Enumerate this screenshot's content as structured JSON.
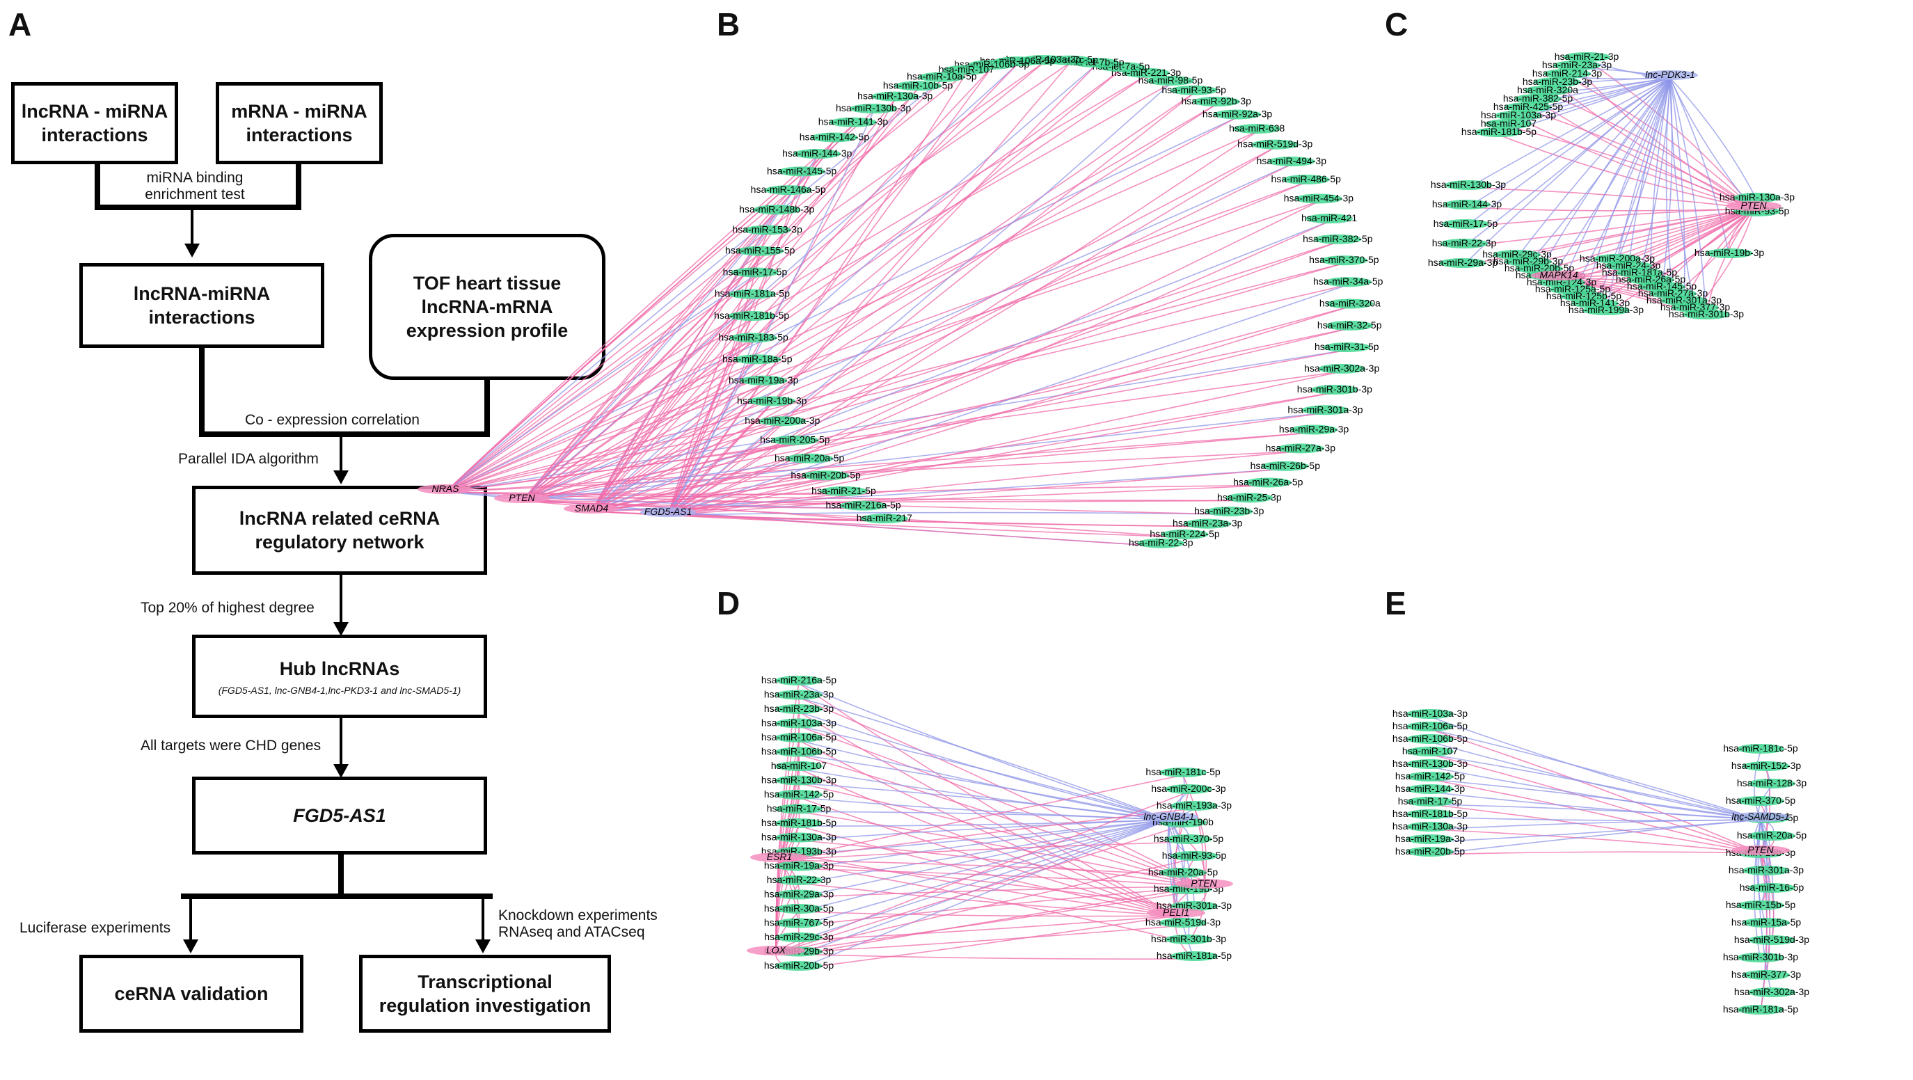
{
  "panel_labels": {
    "a": "A",
    "b": "B",
    "c": "C",
    "d": "D",
    "e": "E"
  },
  "flowchart": {
    "box_lnc_mirna_top": "lncRNA - miRNA interactions",
    "box_mrna_mirna": "mRNA - miRNA interactions",
    "label_binding_test": "miRNA binding enrichment test",
    "box_lnc_mirna": "lncRNA-miRNA interactions",
    "box_tof": "TOF heart tissue lncRNA-mRNA expression profile",
    "label_coexpr": "Co - expression  correlation",
    "label_ida": "Parallel IDA algorithm",
    "box_cerna": "lncRNA related ceRNA regulatory network",
    "label_top20": "Top 20% of highest degree",
    "box_hub_title": "Hub lncRNAs",
    "box_hub_sub": "(FGD5-AS1, lnc-GNB4-1,lnc-PKD3-1 and lnc-SMAD5-1)",
    "label_chd": "All targets were CHD genes",
    "box_fgd5": "FGD5-AS1",
    "label_luciferase": "Luciferase experiments",
    "label_knockdown": "Knockdown experiments RNAseq and ATACseq",
    "box_cerna_validation": "ceRNA validation",
    "box_transcriptional": "Transcriptional regulation investigation"
  },
  "colors": {
    "pink_edge": "#f06aa8",
    "blue_edge": "#8f96e8",
    "mirna_bg": "#3fd890",
    "hub_bg": "#a8b3ee",
    "gene_bg": "#f58ec0"
  },
  "networks": {
    "B": {
      "hubs": [
        "NRAS",
        "PTEN",
        "SMAD4",
        "FGD5-AS1"
      ],
      "mirnas": [
        "hsa-miR-22-3p",
        "hsa-miR-224-5p",
        "hsa-miR-23a-3p",
        "hsa-miR-23b-3p",
        "hsa-miR-25-3p",
        "hsa-miR-26a-5p",
        "hsa-miR-26b-5p",
        "hsa-miR-27a-3p",
        "hsa-miR-29a-3p",
        "hsa-miR-301a-3p",
        "hsa-miR-301b-3p",
        "hsa-miR-302a-3p",
        "hsa-miR-31-5p",
        "hsa-miR-32-5p",
        "hsa-miR-320a",
        "hsa-miR-34a-5p",
        "hsa-miR-370-5p",
        "hsa-miR-382-5p",
        "hsa-miR-421",
        "hsa-miR-454-3p",
        "hsa-miR-486-5p",
        "hsa-miR-494-3p",
        "hsa-miR-519d-3p",
        "hsa-miR-638",
        "hsa-miR-92a-3p",
        "hsa-miR-92b-3p",
        "hsa-miR-93-5p",
        "hsa-miR-98-5p",
        "hsa-miR-221-3p",
        "hsa-let-7a-5p",
        "hsa-let-7b-5p",
        "hsa-let-7c-5p",
        "hsa-miR-103a-3p",
        "hsa-miR-106a-5p",
        "hsa-miR-106b-5p",
        "hsa-miR-107",
        "hsa-miR-10a-5p",
        "hsa-miR-10b-5p",
        "hsa-miR-130a-3p",
        "hsa-miR-130b-3p",
        "hsa-miR-141-3p",
        "hsa-miR-142-5p",
        "hsa-miR-144-3p",
        "hsa-miR-145-5p",
        "hsa-miR-146a-5p",
        "hsa-miR-148b-3p",
        "hsa-miR-153-3p",
        "hsa-miR-155-5p",
        "hsa-miR-17-5p",
        "hsa-miR-181a-5p",
        "hsa-miR-181b-5p",
        "hsa-miR-183-5p",
        "hsa-miR-18a-5p",
        "hsa-miR-19a-3p",
        "hsa-miR-19b-3p",
        "hsa-miR-200a-3p",
        "hsa-miR-205-5p",
        "hsa-miR-20a-5p",
        "hsa-miR-20b-5p",
        "hsa-miR-21-5p",
        "hsa-miR-216a-5p",
        "hsa-miR-217"
      ]
    },
    "C": {
      "hubs": [
        "lnc-PDK3-1",
        "PTEN",
        "MAPK14"
      ],
      "mirnas": [
        "hsa-miR-21-3p",
        "hsa-miR-23a-3p",
        "hsa-miR-214-3p",
        "hsa-miR-23b-3p",
        "hsa-miR-320a",
        "hsa-miR-382-5p",
        "hsa-miR-425-5p",
        "hsa-miR-103a-3p",
        "hsa-miR-107",
        "hsa-miR-181b-5p",
        "hsa-miR-130b-3p",
        "hsa-miR-144-3p",
        "hsa-miR-17-5p",
        "hsa-miR-22-3p",
        "hsa-miR-29a-3p",
        "hsa-miR-130a-3p",
        "hsa-miR-93-5p",
        "hsa-miR-19b-3p",
        "hsa-miR-29c-3p",
        "hsa-miR-29b-3p",
        "hsa-miR-20b-5p",
        "hsa-miR-19a-3p",
        "hsa-miR-124-3p",
        "hsa-miR-125a-5p",
        "hsa-miR-125b-5p",
        "hsa-miR-141-3p",
        "hsa-miR-199a-3p",
        "hsa-miR-200a-3p",
        "hsa-miR-24-3p",
        "hsa-miR-181a-5p",
        "hsa-miR-26a-5p",
        "hsa-miR-145-5p",
        "hsa-miR-27a-3p",
        "hsa-miR-301a-3p",
        "hsa-miR-377-3p",
        "hsa-miR-301b-3p"
      ]
    },
    "D": {
      "hubs": [
        "lnc-GNB4-1",
        "PTEN",
        "PELI1",
        "ESR1",
        "LOX"
      ],
      "mirnas_left": [
        "hsa-miR-216a-5p",
        "hsa-miR-23a-3p",
        "hsa-miR-23b-3p",
        "hsa-miR-103a-3p",
        "hsa-miR-106a-5p",
        "hsa-miR-106b-5p",
        "hsa-miR-107",
        "hsa-miR-130b-3p",
        "hsa-miR-142-5p",
        "hsa-miR-17-5p",
        "hsa-miR-181b-5p",
        "hsa-miR-130a-3p",
        "hsa-miR-193b-3p",
        "hsa-miR-19a-3p",
        "hsa-miR-22-3p",
        "hsa-miR-29a-3p",
        "hsa-miR-30a-5p",
        "hsa-miR-767-5p",
        "hsa-miR-29c-3p",
        "hsa-miR-29b-3p",
        "hsa-miR-20b-5p"
      ],
      "mirnas_right": [
        "hsa-miR-181c-5p",
        "hsa-miR-200c-3p",
        "hsa-miR-193a-3p",
        "hsa-miR-190b",
        "hsa-miR-370-5p",
        "hsa-miR-93-5p",
        "hsa-miR-20a-5p",
        "hsa-miR-19b-3p",
        "hsa-miR-301a-3p",
        "hsa-miR-519d-3p",
        "hsa-miR-301b-3p",
        "hsa-miR-181a-5p"
      ]
    },
    "E": {
      "hubs": [
        "lnc-SAMD5-1",
        "PTEN"
      ],
      "mirnas_left": [
        "hsa-miR-103a-3p",
        "hsa-miR-106a-5p",
        "hsa-miR-106b-5p",
        "hsa-miR-107",
        "hsa-miR-130b-3p",
        "hsa-miR-142-5p",
        "hsa-miR-144-3p",
        "hsa-miR-17-5p",
        "hsa-miR-181b-5p",
        "hsa-miR-130a-3p",
        "hsa-miR-19a-3p",
        "hsa-miR-20b-5p"
      ],
      "mirnas_right": [
        "hsa-miR-181c-5p",
        "hsa-miR-152-3p",
        "hsa-miR-128-3p",
        "hsa-miR-370-5p",
        "hsa-miR-93-5p",
        "hsa-miR-20a-5p",
        "hsa-miR-19b-3p",
        "hsa-miR-301a-3p",
        "hsa-miR-16-5p",
        "hsa-miR-15b-5p",
        "hsa-miR-15a-5p",
        "hsa-miR-519d-3p",
        "hsa-miR-301b-3p",
        "hsa-miR-377-3p",
        "hsa-miR-302a-3p",
        "hsa-miR-181a-5p"
      ]
    }
  }
}
